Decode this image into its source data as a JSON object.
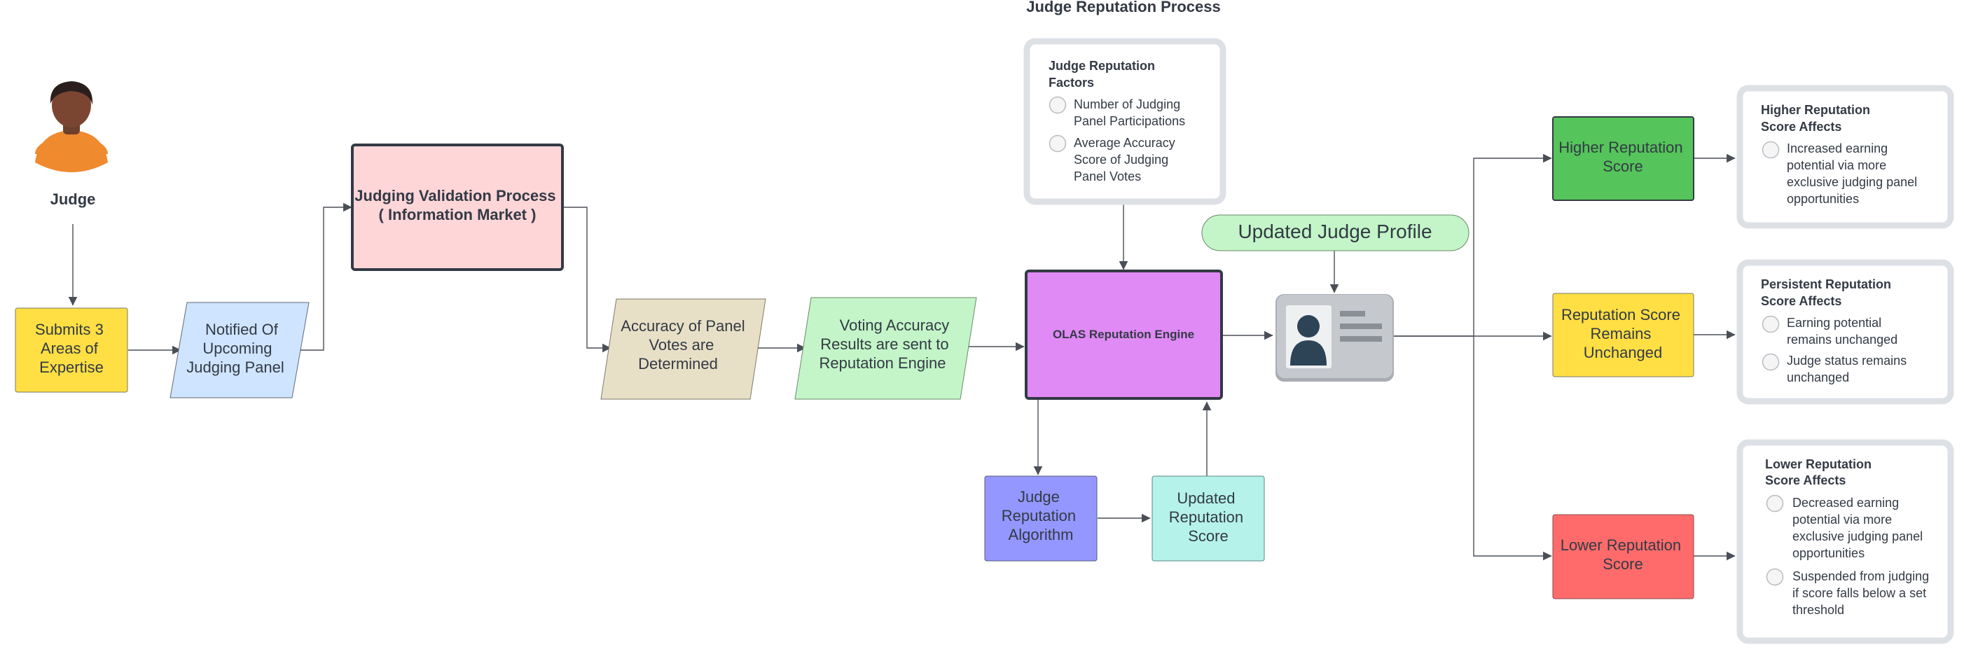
{
  "title": "Judge Reputation Process",
  "colors": {
    "yellow": "#ffdf43",
    "blue_light": "#cfe4ff",
    "pink": "#ffd6d8",
    "tan": "#e8e0c6",
    "green_light": "#c3f5c8",
    "purple": "#e08af5",
    "periwinkle": "#9497ff",
    "cyan": "#b5f2ea",
    "green": "#55c45a",
    "red": "#ff6b6b",
    "line": "#4a4f57"
  },
  "actor": {
    "label": "Judge"
  },
  "nodes": {
    "submits": [
      "Submits 3",
      "Areas of",
      "Expertise"
    ],
    "notified": [
      "Notified Of",
      "Upcoming",
      "Judging Panel"
    ],
    "validation": [
      "Judging Validation Process",
      "( Information Market )"
    ],
    "accuracy": [
      "Accuracy of Panel",
      "Votes are",
      "Determined"
    ],
    "voting": [
      "Voting Accuracy",
      "Results are sent to",
      "Reputation Engine"
    ],
    "engine": "OLAS Reputation Engine",
    "algorithm": [
      "Judge",
      "Reputation",
      "Algorithm"
    ],
    "updated_score": [
      "Updated",
      "Reputation",
      "Score"
    ],
    "updated_profile": "Updated Judge Profile",
    "higher": [
      "Higher Reputation",
      "Score"
    ],
    "remains": [
      "Reputation Score",
      "Remains",
      "Unchanged"
    ],
    "lower": [
      "Lower Reputation",
      "Score"
    ]
  },
  "factors": {
    "title": [
      "Judge Reputation",
      "Factors"
    ],
    "items": [
      [
        "Number of Judging",
        "Panel Participations"
      ],
      [
        "Average Accuracy",
        "Score of Judging",
        "Panel Votes"
      ]
    ]
  },
  "higher_affects": {
    "title": [
      "Higher Reputation",
      "Score Affects"
    ],
    "items": [
      [
        "Increased earning",
        "potential via more",
        "exclusive judging panel",
        "opportunities"
      ]
    ]
  },
  "persistent_affects": {
    "title": [
      "Persistent Reputation",
      "Score Affects"
    ],
    "items": [
      [
        "Earning potential",
        "remains unchanged"
      ],
      [
        "Judge status remains",
        "unchanged"
      ]
    ]
  },
  "lower_affects": {
    "title": [
      "Lower Reputation",
      "Score Affects"
    ],
    "items": [
      [
        "Decreased earning",
        "potential via more",
        "exclusive judging panel",
        "opportunities"
      ],
      [
        "Suspended from judging",
        "if score falls below a set",
        "threshold"
      ]
    ]
  }
}
